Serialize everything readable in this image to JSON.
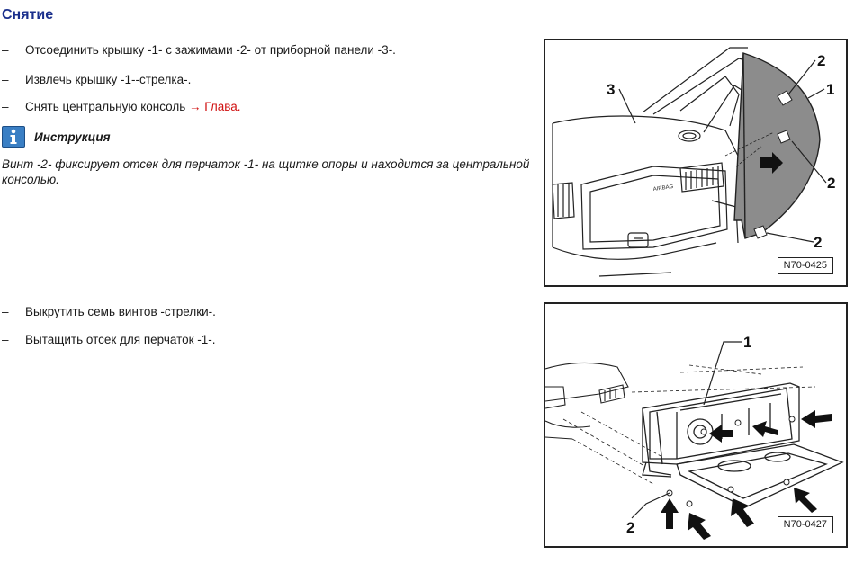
{
  "section_title": "Снятие",
  "dash": "–",
  "steps_top": [
    {
      "text": "Отсоединить крышку -1- с зажимами -2- от приборной панели -3-."
    },
    {
      "text": "Извлечь крышку -1--стрелка-."
    },
    {
      "text": "Снять центральную консоль ",
      "link": "→ Глава."
    }
  ],
  "note": {
    "icon": "info-icon",
    "title": "Инструкция",
    "text": "Винт -2- фиксирует отсек для перчаток -1- на щитке опоры и находится за центральной консолью."
  },
  "steps_bottom": [
    {
      "text": "Выкрутить семь винтов -стрелки-."
    },
    {
      "text": "Вытащить отсек для перчаток -1-."
    }
  ],
  "figure1": {
    "code": "N70-0425",
    "callouts": [
      "3",
      "2",
      "1",
      "2",
      "2"
    ],
    "airbag_label": "AIRBAG"
  },
  "figure2": {
    "code": "N70-0427",
    "callouts": [
      "1",
      "2"
    ]
  },
  "colors": {
    "title": "#1a2f8c",
    "link": "#d01010",
    "info_icon": "#3a7fc4",
    "panel_fill": "#8c8c8c"
  }
}
